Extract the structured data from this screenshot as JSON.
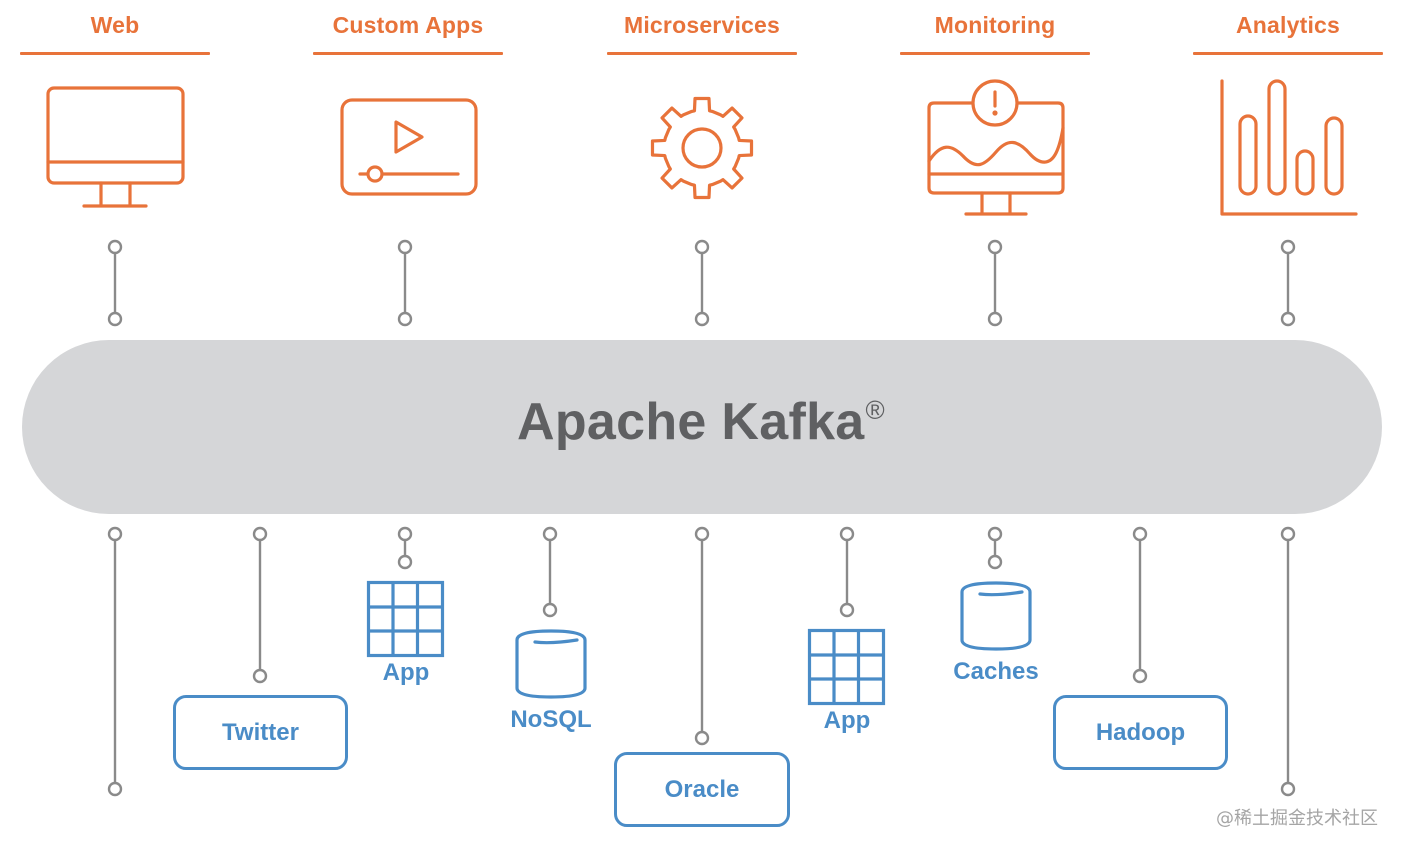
{
  "colors": {
    "consumer_accent": "#e8733a",
    "source_accent": "#4a8cc7",
    "bus_fill": "#d5d6d8",
    "bus_text": "#5f6062",
    "connector": "#8a8a8a"
  },
  "consumers": [
    {
      "label": "Web",
      "icon": "desktop-monitor-icon"
    },
    {
      "label": "Custom Apps",
      "icon": "video-player-icon"
    },
    {
      "label": "Microservices",
      "icon": "gear-icon"
    },
    {
      "label": "Monitoring",
      "icon": "monitor-alert-chart-icon"
    },
    {
      "label": "Analytics",
      "icon": "bar-chart-icon"
    }
  ],
  "bus": {
    "title": "Apache Kafka",
    "registered_mark": "®"
  },
  "sources": [
    {
      "label": "Twitter",
      "type": "box"
    },
    {
      "label": "App",
      "type": "grid-icon"
    },
    {
      "label": "NoSQL",
      "type": "database-icon"
    },
    {
      "label": "Oracle",
      "type": "box"
    },
    {
      "label": "App",
      "type": "grid-icon"
    },
    {
      "label": "Caches",
      "type": "database-icon"
    },
    {
      "label": "Hadoop",
      "type": "box"
    }
  ],
  "watermark": "@稀土掘金技术社区"
}
